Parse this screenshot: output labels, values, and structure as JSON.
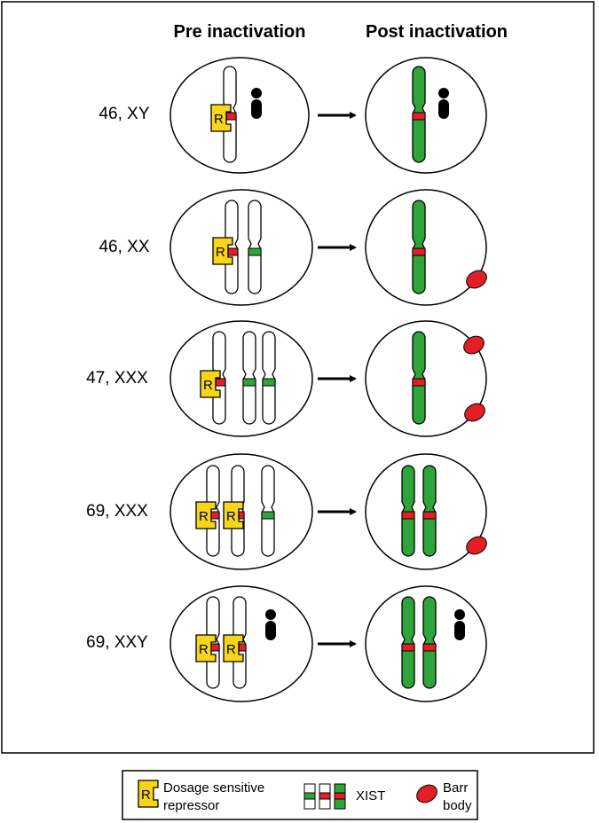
{
  "headers": {
    "pre": "Pre inactivation",
    "post": "Post inactivation"
  },
  "rows": [
    {
      "karyotype": "46, XY"
    },
    {
      "karyotype": "46, XX"
    },
    {
      "karyotype": "47, XXX"
    },
    {
      "karyotype": "69, XXX"
    },
    {
      "karyotype": "69, XXY"
    }
  ],
  "legend": {
    "repressor_glyph": "R",
    "repressor_label_line1": "Dosage sensitive",
    "repressor_label_line2": "repressor",
    "xist_label": "XIST",
    "barr_label_line1": "Barr",
    "barr_label_line2": "body"
  },
  "colors": {
    "green": "#2fa43a",
    "red": "#e21f26",
    "yellow": "#f7d51b",
    "black": "#000000"
  }
}
